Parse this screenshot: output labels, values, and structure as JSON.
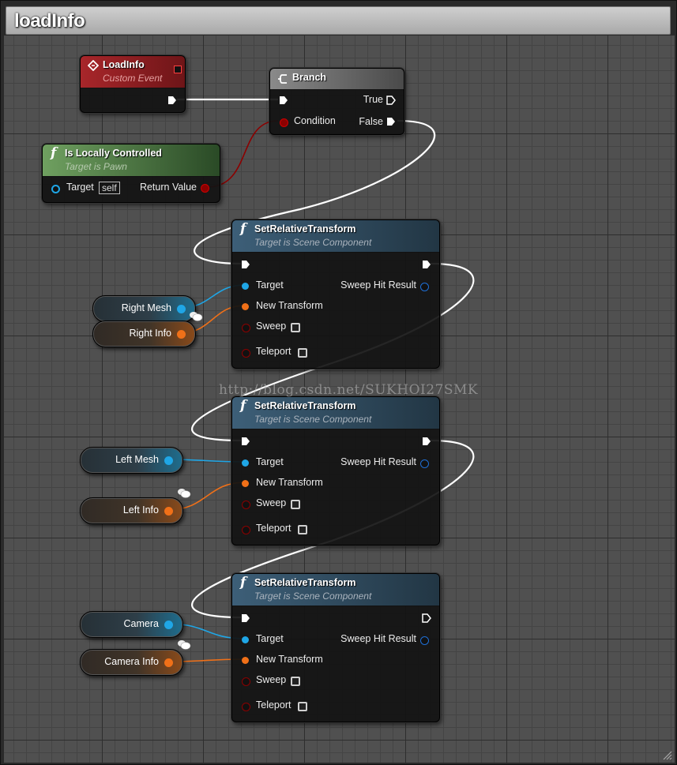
{
  "window": {
    "title": "loadInfo"
  },
  "event_node": {
    "title": "LoadInfo",
    "subtitle": "Custom Event"
  },
  "branch_node": {
    "title": "Branch",
    "true_label": "True",
    "false_label": "False",
    "condition_label": "Condition"
  },
  "locally_node": {
    "title": "Is Locally Controlled",
    "subtitle": "Target is Pawn",
    "target_label": "Target",
    "self_value": "self",
    "return_label": "Return Value"
  },
  "set_nodes": [
    {
      "title": "SetRelativeTransform",
      "subtitle": "Target is Scene Component",
      "target_label": "Target",
      "new_transform_label": "New Transform",
      "sweep_label": "Sweep",
      "teleport_label": "Teleport",
      "sweep_hit_label": "Sweep Hit Result"
    },
    {
      "title": "SetRelativeTransform",
      "subtitle": "Target is Scene Component",
      "target_label": "Target",
      "new_transform_label": "New Transform",
      "sweep_label": "Sweep",
      "teleport_label": "Teleport",
      "sweep_hit_label": "Sweep Hit Result"
    },
    {
      "title": "SetRelativeTransform",
      "subtitle": "Target is Scene Component",
      "target_label": "Target",
      "new_transform_label": "New Transform",
      "sweep_label": "Sweep",
      "teleport_label": "Teleport",
      "sweep_hit_label": "Sweep Hit Result"
    }
  ],
  "variables": {
    "right_mesh": "Right Mesh",
    "right_info": "Right Info",
    "left_mesh": "Left Mesh",
    "left_info": "Left Info",
    "camera": "Camera",
    "camera_info": "Camera Info"
  },
  "watermark": "http://blog.csdn.net/SUKHOI27SMK",
  "colors": {
    "object_pin": "#1fa6e6",
    "struct_pin": "#f07018",
    "bool_pin": "#8c0000",
    "function_header": "#2f4a5c",
    "event_header": "#8a1c1c",
    "pure_header": "#3d6b35",
    "branch_header": "#5a5a5a"
  }
}
